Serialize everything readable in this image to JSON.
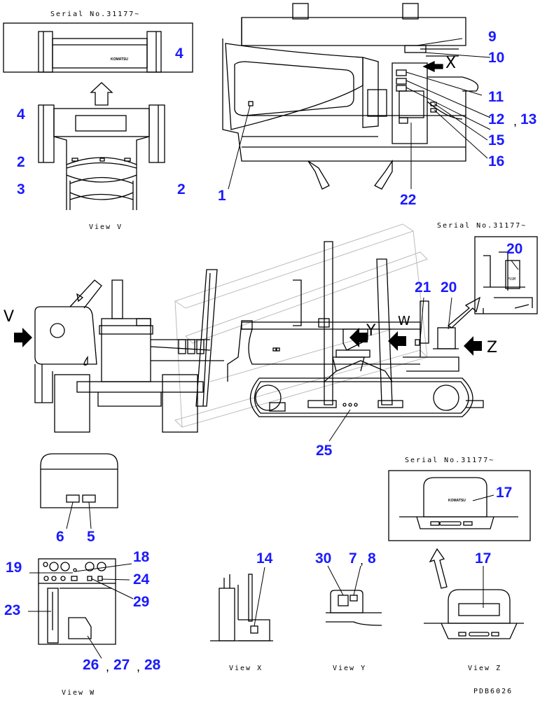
{
  "serial_top": "Serial No.31177~",
  "serial_mid": "Serial No.31177~",
  "serial_bottom": "Serial No.31177~",
  "logo_text": "KOMATSU",
  "plate_mini": "PSSM",
  "views": {
    "v": "View V",
    "w": "View W",
    "x": "View X",
    "y": "View Y",
    "z": "View Z"
  },
  "view_letters": {
    "v": "V",
    "w": "W",
    "x": "X",
    "y": "Y",
    "z": "Z"
  },
  "callouts": {
    "c1": "1",
    "c2a": "2",
    "c2b": "2",
    "c3": "3",
    "c4a": "4",
    "c4b": "4",
    "c5": "5",
    "c6": "6",
    "c7": "7",
    "c8": "8",
    "c9": "9",
    "c10": "10",
    "c11": "11",
    "c12": "12",
    "c13": "13",
    "c14": "14",
    "c15": "15",
    "c16": "16",
    "c17a": "17",
    "c17b": "17",
    "c18": "18",
    "c19": "19",
    "c20a": "20",
    "c20b": "20",
    "c21": "21",
    "c22": "22",
    "c23": "23",
    "c24": "24",
    "c25": "25",
    "c26": "26",
    "c27": "27",
    "c28": "28",
    "c29": "29",
    "c30": "30"
  },
  "drawing_number": "PDB6026"
}
